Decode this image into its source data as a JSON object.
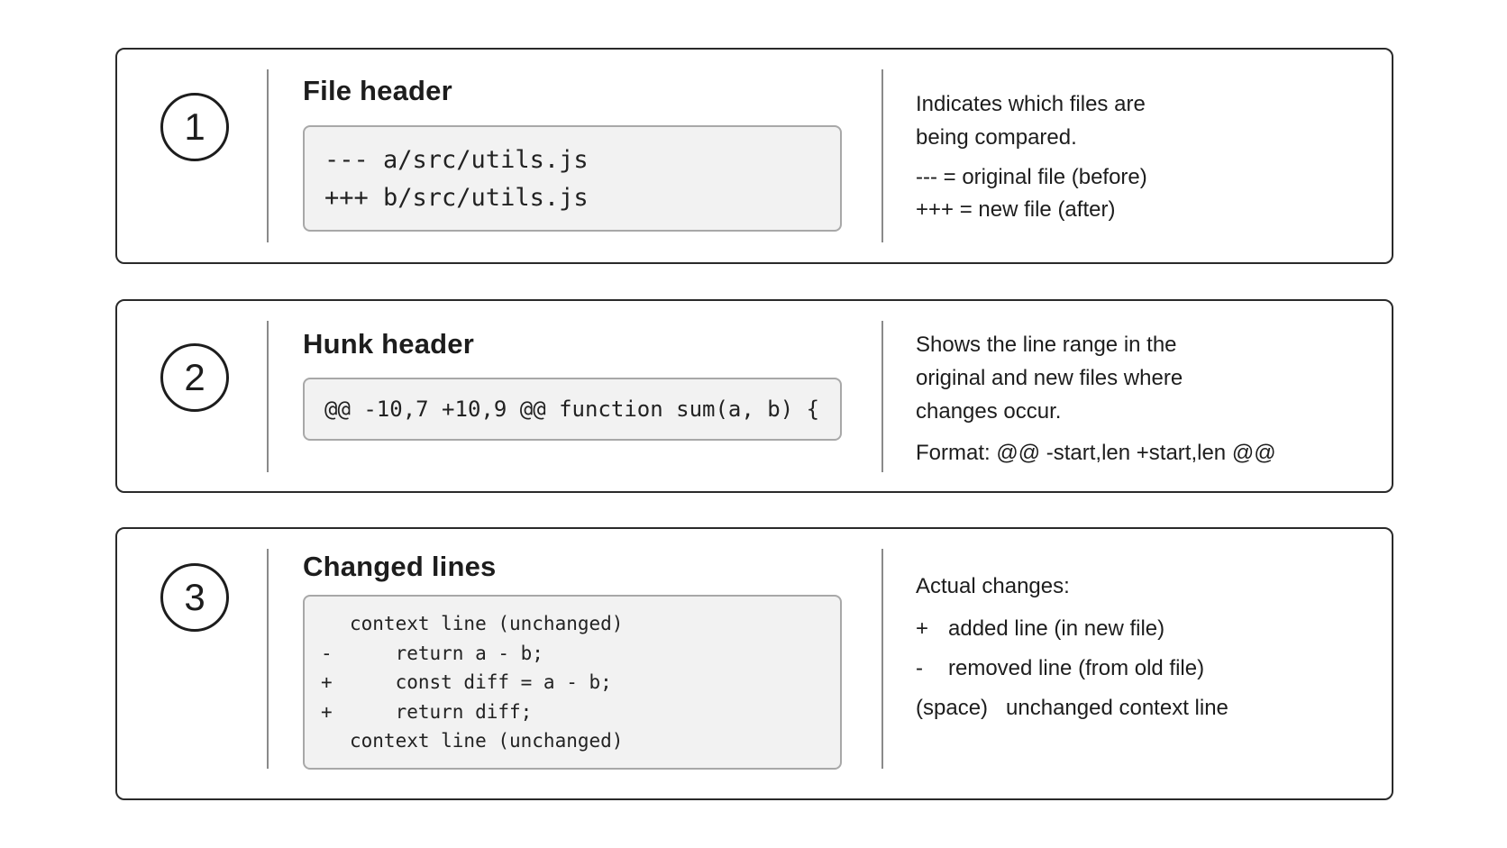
{
  "sections": [
    {
      "number": "1",
      "title": "File header",
      "code_lines": [
        "--- a/src/utils.js",
        "+++ b/src/utils.js"
      ],
      "description": [
        "Indicates which files are",
        "being compared.",
        "--- = original file (before)",
        "+++ = new file (after)"
      ]
    },
    {
      "number": "2",
      "title": "Hunk header",
      "code_lines": [
        "@@ -10,7 +10,9 @@ function sum(a, b) {"
      ],
      "description": [
        "Shows the line range in the",
        "original and new files where",
        "changes occur.",
        "Format: @@ -start,len +start,len @@"
      ]
    },
    {
      "number": "3",
      "title": "Changed lines",
      "code_lines": [
        {
          "prefix": " ",
          "text": "context line (unchanged)"
        },
        {
          "prefix": "-",
          "text": "    return a - b;"
        },
        {
          "prefix": "+",
          "text": "    const diff = a - b;"
        },
        {
          "prefix": "+",
          "text": "    return diff;"
        },
        {
          "prefix": " ",
          "text": "context line (unchanged)"
        }
      ],
      "description_intro": "Actual changes:",
      "legend": [
        {
          "symbol": "+",
          "meaning": "added line (in new file)"
        },
        {
          "symbol": "-",
          "meaning": "removed line (from old file)"
        },
        {
          "symbol": "(space)",
          "meaning": "unchanged context line"
        }
      ]
    }
  ]
}
